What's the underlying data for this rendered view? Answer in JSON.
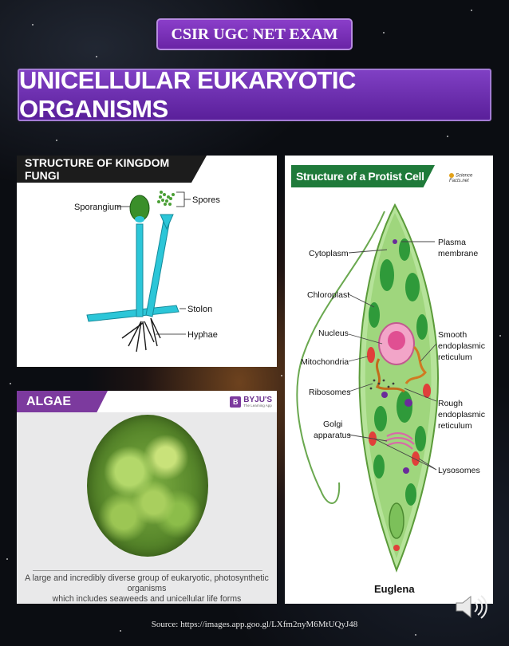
{
  "header": {
    "exam_label": "CSIR UGC NET EXAM",
    "main_title": "UNICELLULAR EUKARYOTIC ORGANISMS"
  },
  "fungi": {
    "title": "STRUCTURE OF KINGDOM FUNGI",
    "labels": {
      "sporangium": "Sporangium",
      "spores": "Spores",
      "stolon": "Stolon",
      "hyphae": "Hyphae"
    }
  },
  "algae": {
    "title": "ALGAE",
    "logo_name": "BYJU'S",
    "logo_tagline": "The Learning App",
    "caption_line1": "A large and incredibly diverse group of eukaryotic, photosynthetic organisms",
    "caption_line2": "which includes seaweeds and unicellular life forms"
  },
  "protist": {
    "title": "Structure of a Protist Cell",
    "logo": "Science Facts.net",
    "labels": {
      "cytoplasm": "Cytoplasm",
      "chloroplast": "Chloroplast",
      "nucleus": "Nucleus",
      "mitochondria": "Mitochondria",
      "ribosomes": "Ribosomes",
      "golgi_1": "Golgi",
      "golgi_2": "apparatus",
      "plasma_1": "Plasma",
      "plasma_2": "membrane",
      "smooth_1": "Smooth",
      "smooth_2": "endoplasmic",
      "smooth_3": "reticulum",
      "rough_1": "Rough",
      "rough_2": "endoplasmic",
      "rough_3": "reticulum",
      "lysosomes": "Lysosomes",
      "organism": "Euglena"
    }
  },
  "footer": {
    "source": "Source: https://images.app.goo.gl/LXfm2nyM6MtUQyJ48"
  },
  "colors": {
    "banner_purple": "#6a24a6",
    "fungi_cyan": "#2cc6d8",
    "protist_green": "#1f7a3a",
    "algae_purple": "#7c3a9e"
  }
}
